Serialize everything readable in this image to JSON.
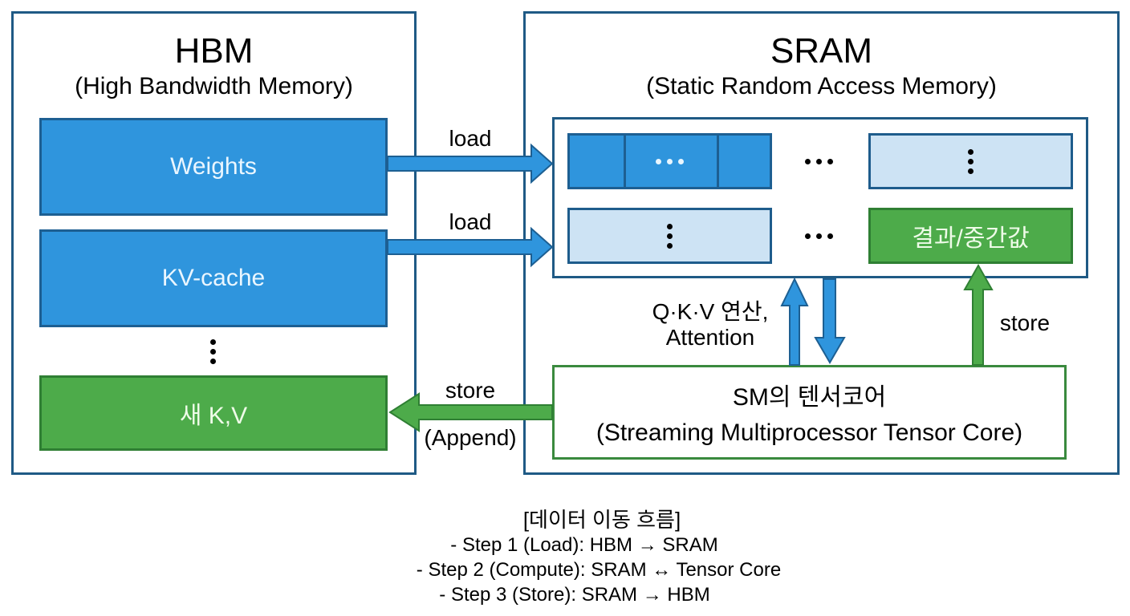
{
  "hbm": {
    "title": "HBM",
    "subtitle": "(High Bandwidth Memory)",
    "blocks": [
      {
        "label": "Weights",
        "color": "#2f95dd"
      },
      {
        "label": "KV-cache",
        "color": "#2f95dd"
      },
      {
        "label": "새 K,V",
        "color": "#4dab4a"
      }
    ]
  },
  "sram": {
    "title": "SRAM",
    "subtitle": "(Static Random Access Memory)",
    "result_block": {
      "label": "결과/중간값",
      "color": "#4dab4a"
    }
  },
  "tensor_core": {
    "title": "SM의 텐서코어",
    "subtitle": "(Streaming Multiprocessor Tensor Core)"
  },
  "arrows": {
    "load_1": "load",
    "load_2": "load",
    "store_hbm": "store",
    "store_hbm_note": "(Append)",
    "compute_line1": "Q·K·V 연산,",
    "compute_line2": "Attention",
    "store_sram": "store"
  },
  "legend": {
    "title": "[데이터 이동 흐름]",
    "steps": [
      "- Step 1 (Load): HBM → SRAM",
      "- Step 2 (Compute): SRAM ↔ Tensor Core",
      "- Step 3 (Store): SRAM → HBM"
    ]
  },
  "colors": {
    "frame": "#1f5a85",
    "blue": "#2f95dd",
    "light_blue": "#cde3f4",
    "green": "#4dab4a"
  }
}
